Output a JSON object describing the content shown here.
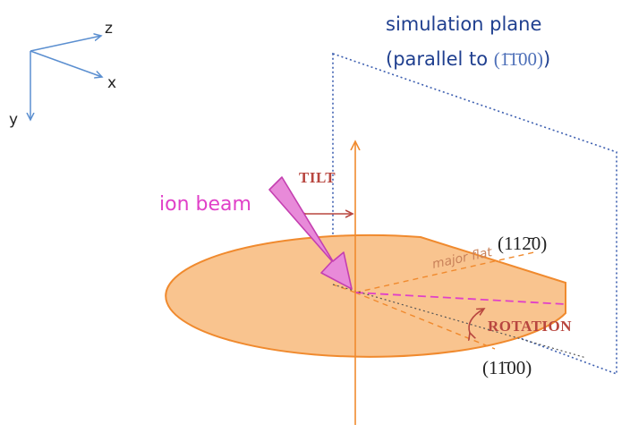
{
  "axes_legend": {
    "z_label": "z",
    "x_label": "x",
    "y_label": "y",
    "color": "#5b8fd0"
  },
  "simulation_plane": {
    "title_line1": "simulation plane",
    "title_line2_prefix": "(parallel to ",
    "title_line2_miller": "(1̄1̄00)",
    "title_line2_suffix": ")",
    "color": "#1f3f8f"
  },
  "beam": {
    "label": "ion beam",
    "color": "#e040c8"
  },
  "tilt": {
    "label": "TILT",
    "color": "#b8463f"
  },
  "rotation": {
    "label": "ROTATION",
    "color": "#b8463f"
  },
  "wafer": {
    "flat_label": "major flat",
    "direction_upper": "(112̄0)",
    "direction_lower": "(11̄00)",
    "fill_color": "#f9c48f",
    "edge_color": "#f08a2e"
  },
  "vertical_axis_color": "#f08a2e"
}
